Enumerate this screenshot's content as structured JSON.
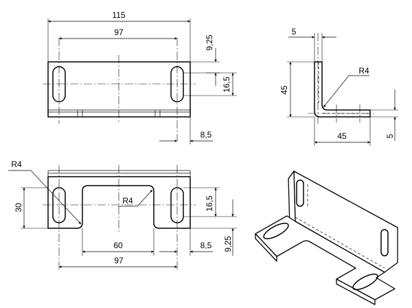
{
  "drawing": {
    "front_view": {
      "dim_overall_width": "115",
      "dim_slot_spacing": "97",
      "dim_slot_top_offset": "9,25",
      "dim_slot_length": "16,5",
      "dim_slot_edge_offset": "8,5"
    },
    "side_view": {
      "dim_thickness": "5",
      "dim_bend_radius": "R4",
      "dim_height": "45",
      "dim_base_length": "45",
      "dim_base_thickness": "5"
    },
    "top_view": {
      "dim_corner_radius": "R4",
      "dim_notch_radius": "R4",
      "dim_depth": "30",
      "dim_slot_length": "16,5",
      "dim_slot_bottom_offset": "9,25",
      "dim_notch_width": "60",
      "dim_slot_edge_offset": "8,5",
      "dim_slot_spacing": "97"
    },
    "isometric_view": {}
  }
}
